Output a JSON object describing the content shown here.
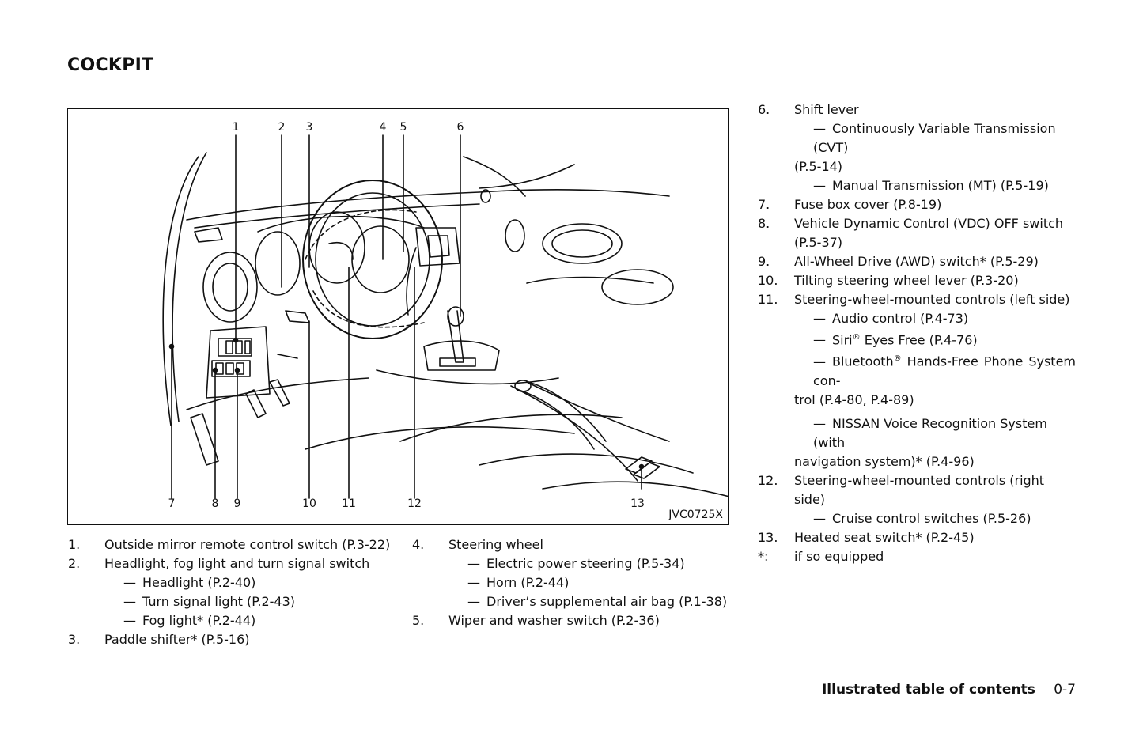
{
  "page": {
    "title": "COCKPIT",
    "footer_title": "Illustrated table of contents",
    "page_number": "0-7"
  },
  "figure": {
    "code": "JVC0725X",
    "callouts_top": [
      "1",
      "2",
      "3",
      "4",
      "5",
      "6"
    ],
    "callouts_bottom": [
      "7",
      "8",
      "9",
      "10",
      "11",
      "12",
      "13"
    ]
  },
  "left_list": [
    {
      "num": "1.",
      "text": "Outside mirror remote control switch (P.3-22)",
      "subs": []
    },
    {
      "num": "2.",
      "text": "Headlight, fog light and turn signal switch",
      "subs": [
        "Headlight (P.2-40)",
        "Turn signal light (P.2-43)",
        "Fog light* (P.2-44)"
      ]
    },
    {
      "num": "3.",
      "text": "Paddle shifter* (P.5-16)",
      "subs": []
    }
  ],
  "middle_list": [
    {
      "num": "4.",
      "text": "Steering wheel",
      "subs": [
        "Electric power steering (P.5-34)",
        "Horn (P.2-44)",
        "Driver’s supplemental air bag (P.1-38)"
      ]
    },
    {
      "num": "5.",
      "text": "Wiper and washer switch (P.2-36)",
      "subs": []
    }
  ],
  "right_list": {
    "i6": {
      "num": "6.",
      "text": "Shift lever",
      "sub1": "Continuously Variable Transmission (CVT)",
      "sub1_cont": "(P.5-14)",
      "sub2": "Manual Transmission (MT) (P.5-19)"
    },
    "i7": {
      "num": "7.",
      "text": "Fuse box cover (P.8-19)"
    },
    "i8": {
      "num": "8.",
      "text": "Vehicle Dynamic Control (VDC) OFF switch",
      "cont": "(P.5-37)"
    },
    "i9": {
      "num": "9.",
      "text": "All-Wheel Drive (AWD) switch* (P.5-29)"
    },
    "i10": {
      "num": "10.",
      "text": "Tilting steering wheel lever (P.3-20)"
    },
    "i11": {
      "num": "11.",
      "text": "Steering-wheel-mounted controls (left side)",
      "sub_audio": "Audio control (P.4-73)",
      "sub_siri_a": "Siri",
      "sub_siri_reg": "®",
      "sub_siri_b": " Eyes Free (P.4-76)",
      "sub_bt_a": "Bluetooth",
      "sub_bt_reg": "®",
      "sub_bt_b": " Hands-Free Phone System con-",
      "sub_bt_cont": "trol (P.4-80, P.4-89)",
      "sub_nissan": "NISSAN Voice Recognition System (with",
      "sub_nissan_cont": "navigation system)* (P.4-96)"
    },
    "i12": {
      "num": "12.",
      "text": "Steering-wheel-mounted controls (right side)",
      "sub": "Cruise control switches (P.5-26)"
    },
    "i13": {
      "num": "13.",
      "text": "Heated seat switch* (P.2-45)"
    },
    "note": {
      "num": "*:",
      "text": "if so equipped"
    }
  },
  "dash_glyph": "—"
}
